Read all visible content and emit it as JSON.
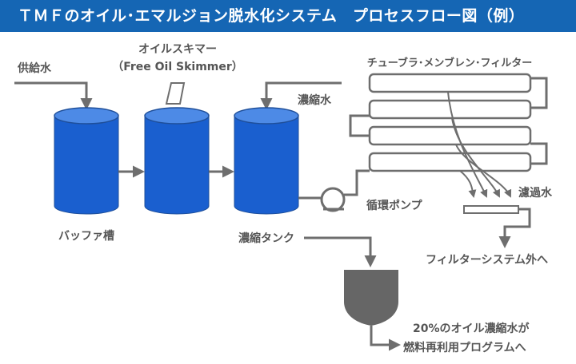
{
  "title": "ＴＭＦのオイル･エマルジョン脱水化システム　プロセスフロー図（例）",
  "labels": {
    "feed_water": "供給水",
    "oil_skimmer_line1": "オイルスキマー",
    "oil_skimmer_line2": "（Free Oil Skimmer）",
    "buffer_tank": "バッファ槽",
    "concentrate_water": "濃縮水",
    "tubular_filter": "チューブラ･メンブレン･フィルター",
    "filtrate": "濾過水",
    "circulation_pump": "循環ポンプ",
    "concentrate_tank": "濃縮タンク",
    "out_of_system": "フィルターシステム外へ",
    "oil_output_line1": "20%のオイル濃縮水が",
    "oil_output_line2": "燃料再利用プログラムへ"
  },
  "colors": {
    "title_bg": "#1566b4",
    "tank_fill": "#1a5fcf",
    "tank_top": "#4d8ae6",
    "pipe": "#6e6e6e",
    "hopper": "#666666",
    "text": "#555555"
  }
}
